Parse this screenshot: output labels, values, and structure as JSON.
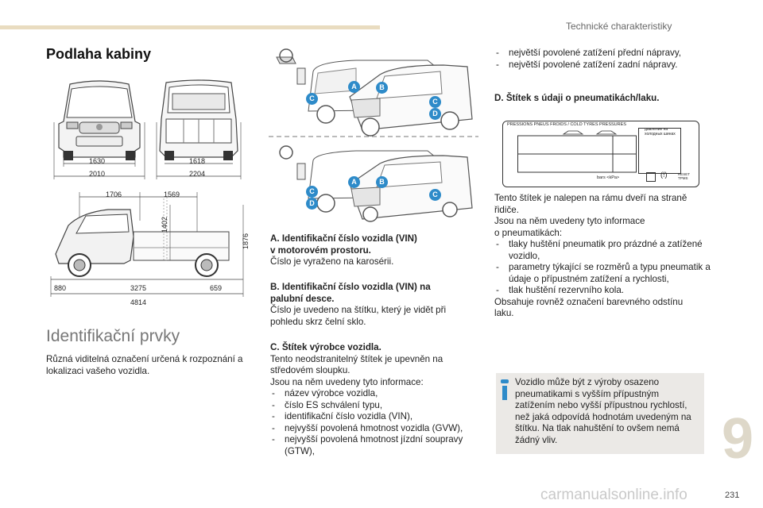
{
  "header": {
    "title": "Technické charakteristiky"
  },
  "floor": {
    "title": "Podlaha kabiny",
    "front_dims": [
      "1630",
      "2010"
    ],
    "rear_dims": [
      "1618",
      "2204"
    ],
    "side_top_dims": [
      "1706",
      "1569"
    ],
    "side_vertical_dims": [
      "1402",
      "1876"
    ],
    "side_bottom_dims": [
      "880",
      "3275",
      "659"
    ],
    "side_total": "4814"
  },
  "identification": {
    "title": "Identifikační prvky",
    "intro": "Různá viditelná označení určená k rozpoznání a lokalizaci vašeho vozidla."
  },
  "markers": {
    "a": "A",
    "b": "B",
    "c": "C",
    "d": "D"
  },
  "vin_a": {
    "title_line1": "A. Identifikační číslo vozidla (VIN)",
    "title_line2": "v motorovém prostoru.",
    "text": "Číslo je vyraženo na karosérii."
  },
  "vin_b": {
    "title_line1": "B. Identifikační číslo vozidla (VIN) na",
    "title_line2": "palubní desce.",
    "text_line1": "Číslo je uvedeno na štítku, který je vidět při",
    "text_line2": "pohledu skrz čelní sklo."
  },
  "label_c": {
    "title": "C. Štítek výrobce vozidla.",
    "text_line1": "Tento neodstranitelný štítek je upevněn na",
    "text_line2": "středovém sloupku.",
    "text_line3": "Jsou na něm uvedeny tyto informace:",
    "items": [
      "název výrobce vozidla,",
      "číslo ES schválení typu,",
      "identifikační číslo vozidla (VIN),",
      "nejvyšší povolená hmotnost vozidla (GVW),",
      "nejvyšší povolená hmotnost jízdní soupravy (GTW),"
    ],
    "continued_items": [
      "největší povolené zatížení přední nápravy,",
      "největší povolené zatížení zadní nápravy."
    ]
  },
  "label_d": {
    "title": "D. Štítek s údaji o pneumatikách/laku.",
    "tyre_label_header": "PRESSIONS PNEUS FROIDS / COLD TYRES PRESSURES",
    "tyre_label_ru1": "давление на",
    "tyre_label_ru2": "холодных шинах",
    "tyre_label_units": "bars <kPa>",
    "tyre_label_reset1": "RESET",
    "tyre_label_reset2": "TPMS",
    "text_line1": "Tento štítek je nalepen na rámu dveří na straně",
    "text_line2": "řidiče.",
    "text_line3": "Jsou na něm uvedeny tyto informace",
    "text_line4": "o pneumatikách:",
    "items": [
      "tlaky huštění pneumatik pro prázdné a zatížené vozidlo,",
      "parametry týkající se rozměrů a typu pneumatik a údaje o přípustném zatížení a rychlosti,",
      "tlak huštění rezervního kola."
    ],
    "footer_line1": "Obsahuje rovněž označení barevného odstínu",
    "footer_line2": "laku."
  },
  "info_box": {
    "icon_glyph": "i",
    "text": "Vozidlo může být z výroby osazeno pneumatikami s vyšším přípustným zatížením nebo vyšší přípustnou rychlostí, než jaká odpovídá hodnotám uvedeným na štítku. Na tlak nahuštění to ovšem nemá žádný vliv."
  },
  "chapter_number": "9",
  "page_number": "231",
  "watermark": "carmanualsonline.info",
  "colors": {
    "accent_blue": "#2e8bc9",
    "topbar": "#e9dcc0",
    "info_bg": "#ebe9e6",
    "chapter": "#ded8c9"
  }
}
